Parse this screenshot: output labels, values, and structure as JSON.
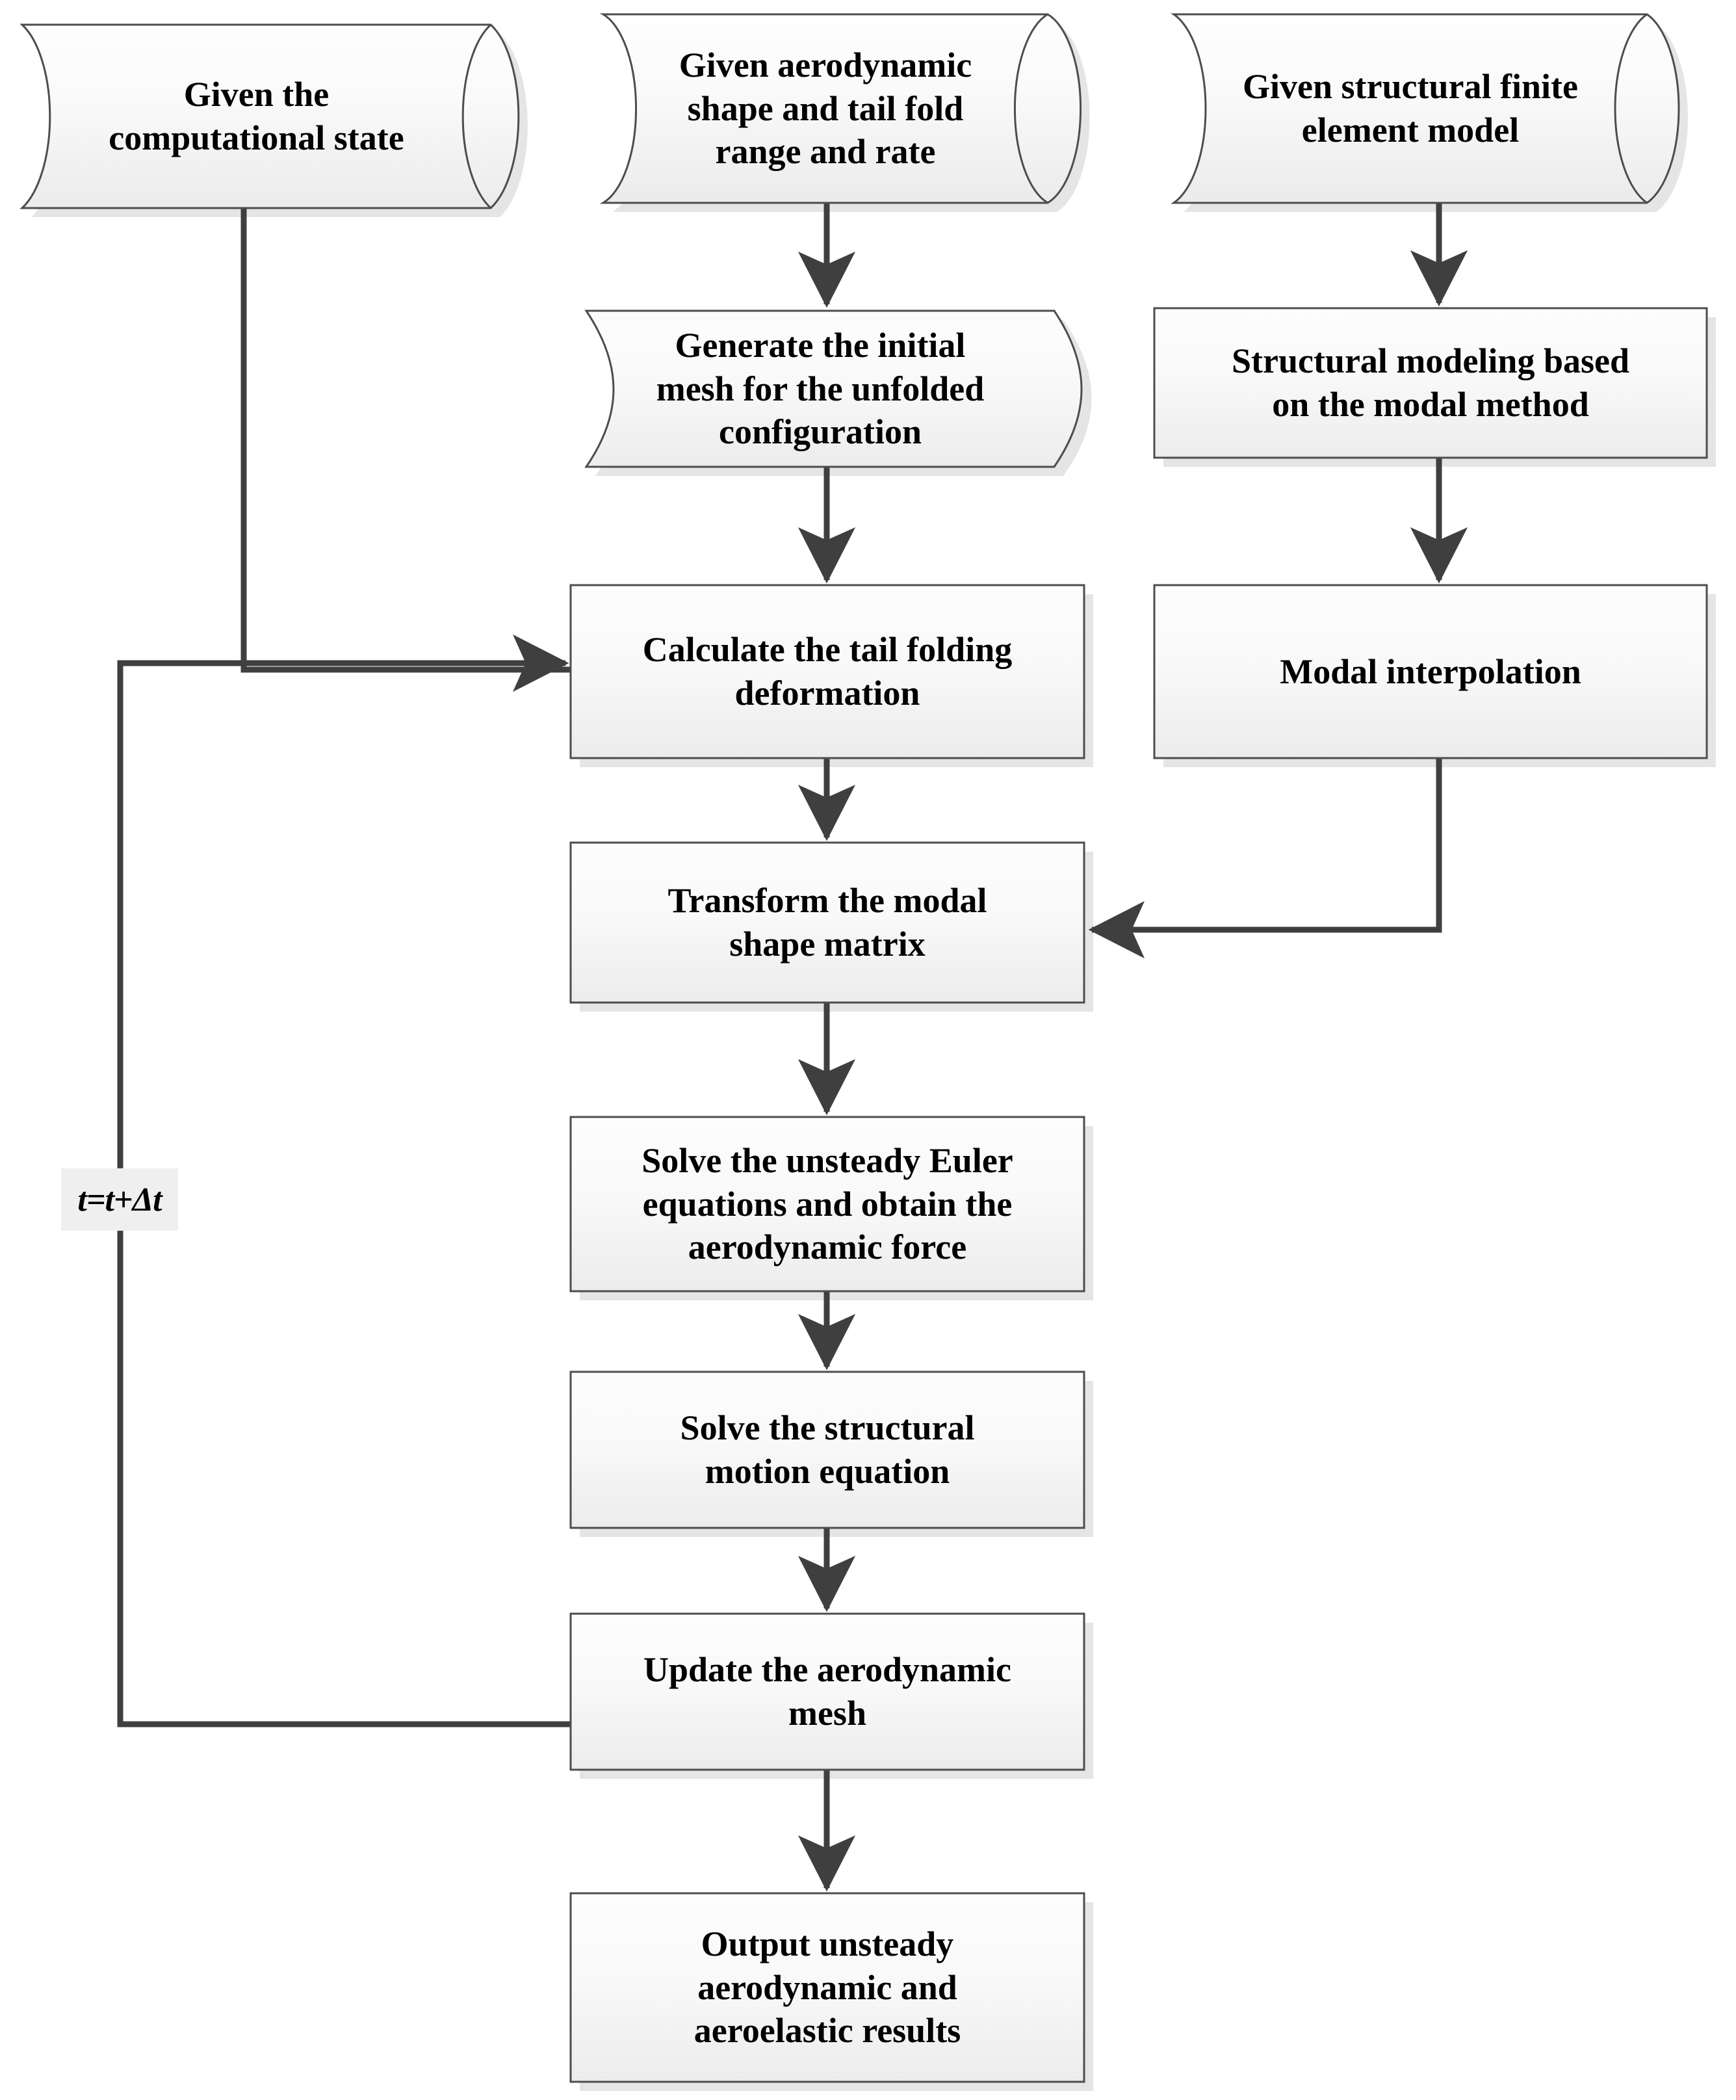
{
  "diagram": {
    "title": "Aeroelastic simulation workflow flowchart",
    "background_color": "#ffffff",
    "line_color": "#3f3f3f",
    "node_border_color": "#4d4d4d",
    "node_fill_top": "#fdfdfd",
    "node_fill_bottom": "#eeeeee",
    "shadow_color": "#e3e3e3",
    "text_color": "#000000",
    "loop_label_bg": "#efefef"
  },
  "nodes": {
    "given_state": {
      "label": "Given the\ncomputational state",
      "shape": "cylinder",
      "font_size": 54
    },
    "given_aero": {
      "label": "Given aerodynamic\nshape and tail fold\nrange and rate",
      "shape": "cylinder",
      "font_size": 54
    },
    "given_fem": {
      "label": "Given structural finite\nelement model",
      "shape": "cylinder",
      "font_size": 54
    },
    "generate_mesh": {
      "label": "Generate the initial\nmesh for the unfolded\nconfiguration",
      "shape": "tape",
      "font_size": 54
    },
    "structural_modeling": {
      "label": "Structural modeling based\non the modal method",
      "shape": "rect",
      "font_size": 54
    },
    "calculate_folding": {
      "label": "Calculate the tail folding\ndeformation",
      "shape": "rect",
      "font_size": 54
    },
    "modal_interpolation": {
      "label": "Modal interpolation",
      "shape": "rect",
      "font_size": 54
    },
    "transform_matrix": {
      "label": "Transform the modal\nshape matrix",
      "shape": "rect",
      "font_size": 54
    },
    "solve_euler": {
      "label": "Solve the unsteady Euler\nequations and obtain the\naerodynamic force",
      "shape": "rect",
      "font_size": 54
    },
    "solve_motion": {
      "label": "Solve the structural\nmotion equation",
      "shape": "rect",
      "font_size": 54
    },
    "update_mesh": {
      "label": "Update the aerodynamic\nmesh",
      "shape": "rect",
      "font_size": 54
    },
    "output_results": {
      "label": "Output unsteady\naerodynamic and\naeroelastic results",
      "shape": "rect",
      "font_size": 54
    }
  },
  "annotations": {
    "time_step": "t=t+Δt"
  },
  "edges": [
    {
      "from": "given_state",
      "to": "calculate_folding",
      "type": "elbow-down-right"
    },
    {
      "from": "given_aero",
      "to": "generate_mesh",
      "type": "straight-down"
    },
    {
      "from": "given_fem",
      "to": "structural_modeling",
      "type": "straight-down"
    },
    {
      "from": "generate_mesh",
      "to": "calculate_folding",
      "type": "straight-down"
    },
    {
      "from": "structural_modeling",
      "to": "modal_interpolation",
      "type": "straight-down"
    },
    {
      "from": "modal_interpolation",
      "to": "transform_matrix",
      "type": "elbow-down-left"
    },
    {
      "from": "calculate_folding",
      "to": "transform_matrix",
      "type": "straight-down"
    },
    {
      "from": "transform_matrix",
      "to": "solve_euler",
      "type": "straight-down"
    },
    {
      "from": "solve_euler",
      "to": "solve_motion",
      "type": "straight-down"
    },
    {
      "from": "solve_motion",
      "to": "update_mesh",
      "type": "straight-down"
    },
    {
      "from": "update_mesh",
      "to": "output_results",
      "type": "straight-down"
    },
    {
      "from": "update_mesh",
      "to": "calculate_folding",
      "type": "loop-left",
      "label": "t=t+Δt"
    }
  ]
}
